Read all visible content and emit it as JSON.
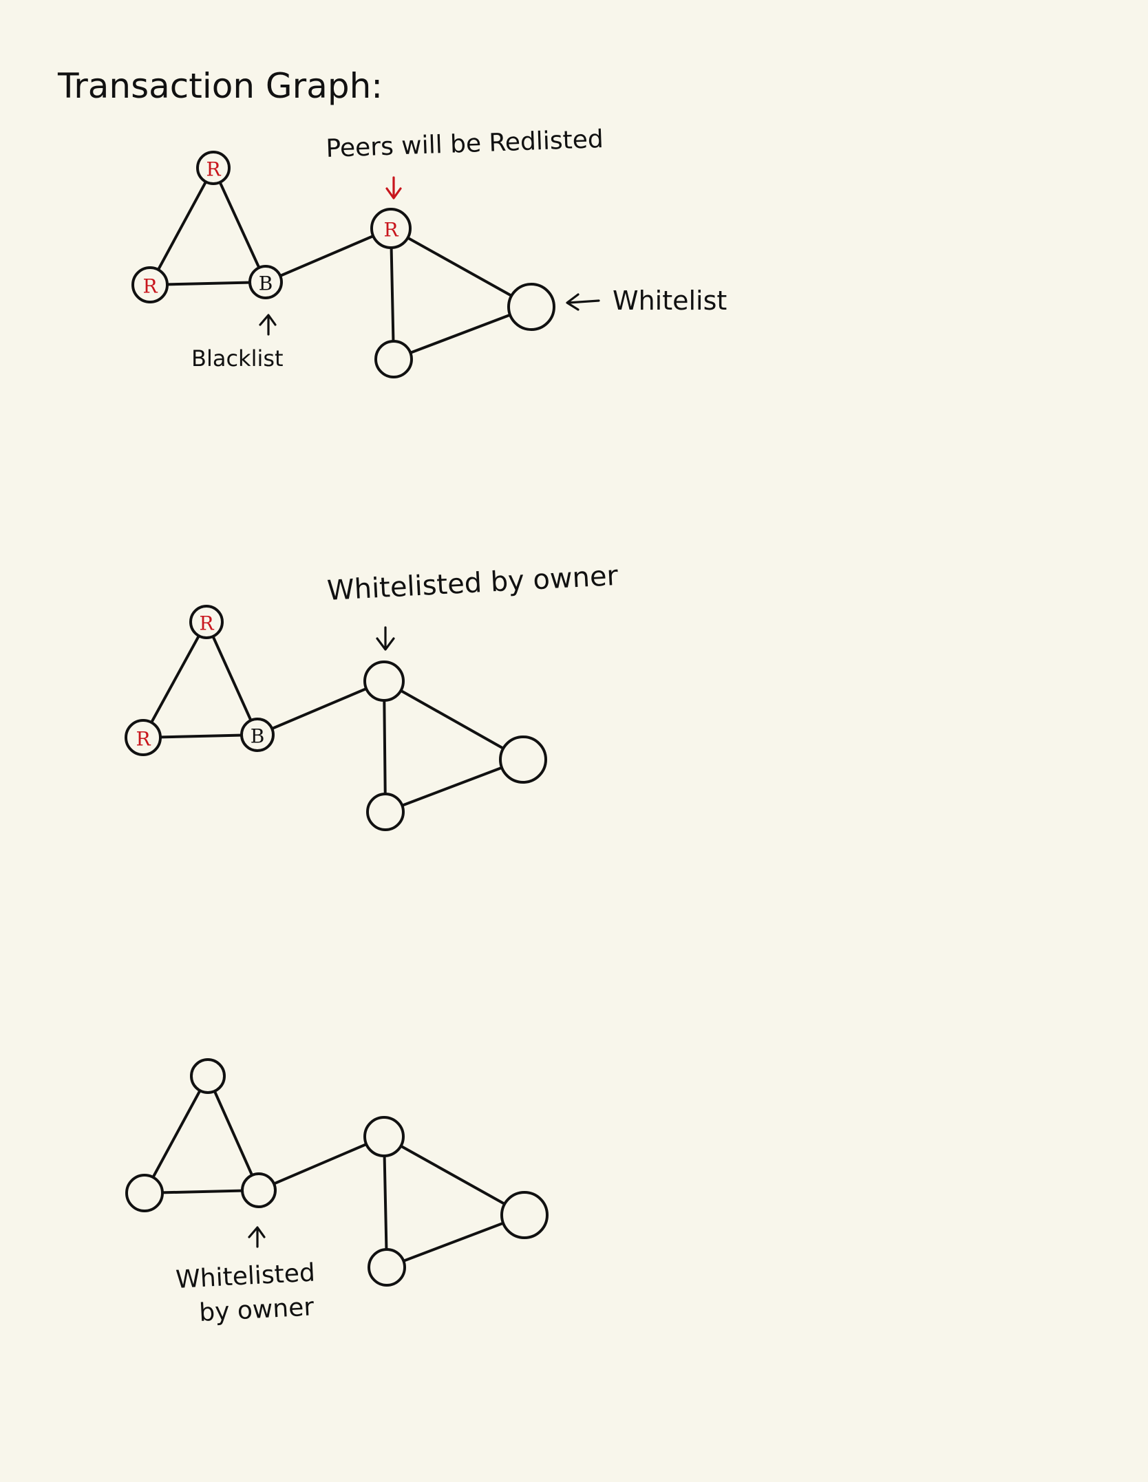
{
  "title": "Transaction Graph:",
  "colors": {
    "background": "#f8f6eb",
    "ink": "#111111",
    "red": "#c8161d"
  },
  "diagrams": [
    {
      "annotations": {
        "redlisted": "Peers will be Redlisted",
        "whitelist": "Whitelist",
        "blacklist": "Blacklist"
      },
      "nodes": [
        {
          "id": "top",
          "label": "R",
          "color": "red"
        },
        {
          "id": "left",
          "label": "R",
          "color": "red"
        },
        {
          "id": "mid",
          "label": "B",
          "color": "ink"
        },
        {
          "id": "hub",
          "label": "R",
          "color": "red"
        },
        {
          "id": "right",
          "label": "",
          "color": "ink"
        },
        {
          "id": "bottom",
          "label": "",
          "color": "ink"
        }
      ]
    },
    {
      "annotations": {
        "whitelisted_by_owner": "Whitelisted by owner"
      },
      "nodes": [
        {
          "id": "top",
          "label": "R",
          "color": "red"
        },
        {
          "id": "left",
          "label": "R",
          "color": "red"
        },
        {
          "id": "mid",
          "label": "B",
          "color": "ink"
        },
        {
          "id": "hub",
          "label": "",
          "color": "ink"
        },
        {
          "id": "right",
          "label": "",
          "color": "ink"
        },
        {
          "id": "bottom",
          "label": "",
          "color": "ink"
        }
      ]
    },
    {
      "annotations": {
        "whitelisted_line1": "Whitelisted",
        "whitelisted_line2": "by owner"
      },
      "nodes": [
        {
          "id": "top",
          "label": "",
          "color": "ink"
        },
        {
          "id": "left",
          "label": "",
          "color": "ink"
        },
        {
          "id": "mid",
          "label": "",
          "color": "ink"
        },
        {
          "id": "hub",
          "label": "",
          "color": "ink"
        },
        {
          "id": "right",
          "label": "",
          "color": "ink"
        },
        {
          "id": "bottom",
          "label": "",
          "color": "ink"
        }
      ]
    }
  ]
}
